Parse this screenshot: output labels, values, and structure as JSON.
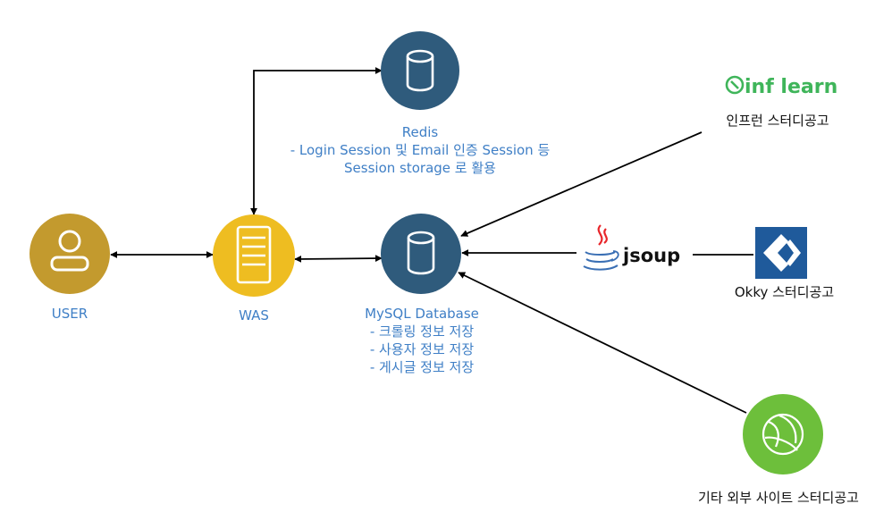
{
  "nodes": {
    "user": {
      "label": "USER",
      "icon": "user-icon",
      "color": "#c39a2e"
    },
    "was": {
      "label": "WAS",
      "icon": "server-icon",
      "color": "#eebd21"
    },
    "redis": {
      "icon": "database-icon",
      "color": "#2f5b7c",
      "lines": [
        "Redis",
        "- Login Session 및 Email 인증 Session 등",
        "Session storage 로 활용"
      ]
    },
    "mysql": {
      "icon": "database-icon",
      "color": "#2f5b7c",
      "lines": [
        "MySQL Database",
        "- 크롤링 정보 저장",
        "- 사용자 정보 저장",
        "- 게시글 정보 저장"
      ]
    },
    "jsoup": {
      "logo_text": "jsoup",
      "icon": "java-icon"
    },
    "inflearn": {
      "logo_text": "inf learn",
      "label": "인프런 스터디공고",
      "brand_color": "#3fb55a"
    },
    "okky": {
      "label": "Okky 스터디공고",
      "color": "#1f5a9b",
      "icon": "okky-logo-icon"
    },
    "external": {
      "label": "기타 외부 사이트 스터디공고",
      "color": "#6dbf3b",
      "icon": "globe-icon"
    }
  },
  "colors": {
    "label_blue": "#3f7fc6",
    "arrow": "#000000"
  }
}
